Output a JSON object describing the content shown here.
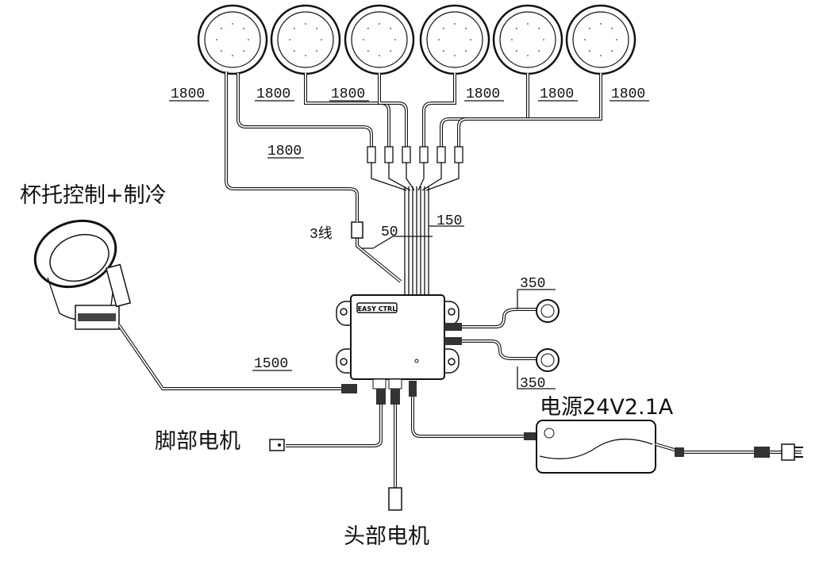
{
  "title": "杯托控制+制冷",
  "controller_label": "EASY CTRL",
  "lights": [
    {
      "cable_length": "1800"
    },
    {
      "cable_length": "1800"
    },
    {
      "cable_length": "1800"
    },
    {
      "cable_length": "1800"
    },
    {
      "cable_length": "1800"
    },
    {
      "cable_length": "1800"
    }
  ],
  "extension_length": "1800",
  "three_wire_label": "3线",
  "three_wire_length": "50",
  "bundle_length": "150",
  "button_lengths": [
    "350",
    "350"
  ],
  "cup_holder_length": "1500",
  "power_supply": "电源24V2.1A",
  "foot_motor": "脚部电机",
  "head_motor": "头部电机"
}
